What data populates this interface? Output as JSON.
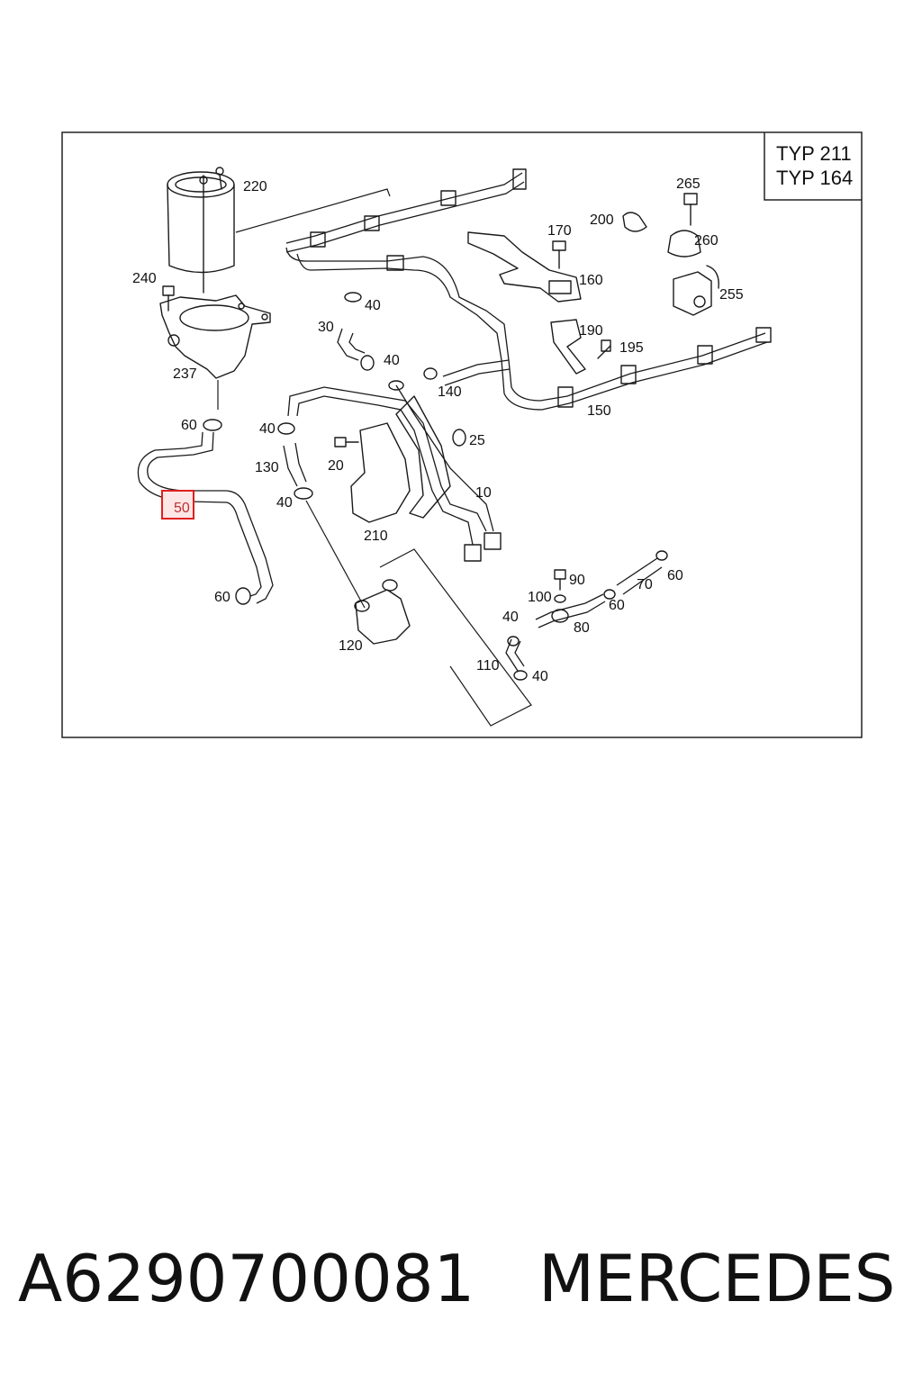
{
  "typ_box": {
    "line1": "TYP 211",
    "line2": "TYP 164"
  },
  "highlight": {
    "label": "50",
    "color": "#e02020",
    "fill": "#fde6e6"
  },
  "labels": [
    {
      "id": "220",
      "text": "220"
    },
    {
      "id": "240",
      "text": "240"
    },
    {
      "id": "237",
      "text": "237"
    },
    {
      "id": "60a",
      "text": "60"
    },
    {
      "id": "40a",
      "text": "40"
    },
    {
      "id": "30",
      "text": "30"
    },
    {
      "id": "40b",
      "text": "40"
    },
    {
      "id": "140",
      "text": "140"
    },
    {
      "id": "40c",
      "text": "40"
    },
    {
      "id": "130",
      "text": "130"
    },
    {
      "id": "20",
      "text": "20"
    },
    {
      "id": "40d",
      "text": "40"
    },
    {
      "id": "25",
      "text": "25"
    },
    {
      "id": "10",
      "text": "10"
    },
    {
      "id": "210",
      "text": "210"
    },
    {
      "id": "60b",
      "text": "60"
    },
    {
      "id": "120",
      "text": "120"
    },
    {
      "id": "170",
      "text": "170"
    },
    {
      "id": "200",
      "text": "200"
    },
    {
      "id": "265",
      "text": "265"
    },
    {
      "id": "260",
      "text": "260"
    },
    {
      "id": "160",
      "text": "160"
    },
    {
      "id": "255",
      "text": "255"
    },
    {
      "id": "190",
      "text": "190"
    },
    {
      "id": "195",
      "text": "195"
    },
    {
      "id": "150",
      "text": "150"
    },
    {
      "id": "90",
      "text": "90"
    },
    {
      "id": "100",
      "text": "100"
    },
    {
      "id": "70",
      "text": "70"
    },
    {
      "id": "60c",
      "text": "60"
    },
    {
      "id": "60d",
      "text": "60"
    },
    {
      "id": "40e",
      "text": "40"
    },
    {
      "id": "80",
      "text": "80"
    },
    {
      "id": "110",
      "text": "110"
    },
    {
      "id": "40f",
      "text": "40"
    }
  ],
  "caption": {
    "part_number": "A6290700081",
    "brand": "MERCEDES"
  }
}
